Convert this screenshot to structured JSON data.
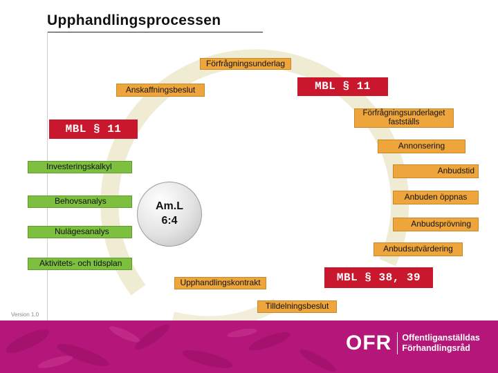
{
  "title": "Upphandlingsprocessen",
  "center": {
    "line1": "Am.L",
    "line2": "6:4"
  },
  "steps": {
    "forfragningsunderlag": "Förfrågningsunderlag",
    "anskaffningsbeslut": "Anskaffningsbeslut",
    "mbl_top": "MBL § 11",
    "mbl_left": "MBL § 11",
    "forfragningsunderlaget_faststalls": "Förfrågningsunderlaget fastställs",
    "annonsering": "Annonsering",
    "investeringskalkyl": "Investeringskalkyl",
    "anbudstid": "Anbudstid",
    "behovsanalys": "Behovsanalys",
    "anbuden_oppnas": "Anbuden öppnas",
    "nulagesanalys": "Nulägesanalys",
    "anbudsprovning": "Anbudsprövning",
    "anbudsutvardering": "Anbudsutvärdering",
    "aktivitets_tidsplan": "Aktivitets- och tidsplan",
    "upphandlingskontrakt": "Upphandlingskontrakt",
    "mbl_bottom": "MBL § 38, 39",
    "tilldelningsbeslut": "Tilldelningsbeslut"
  },
  "version": "Version 1.0",
  "footer": {
    "logo_mark": "OFR",
    "logo_line1": "Offentliganställdas",
    "logo_line2": "Förhandlingsråd"
  },
  "colors": {
    "orange": "#eda53c",
    "green": "#7dbf3f",
    "red": "#c9182e",
    "footer": "#b4167a",
    "arc": "#ece7c9"
  }
}
